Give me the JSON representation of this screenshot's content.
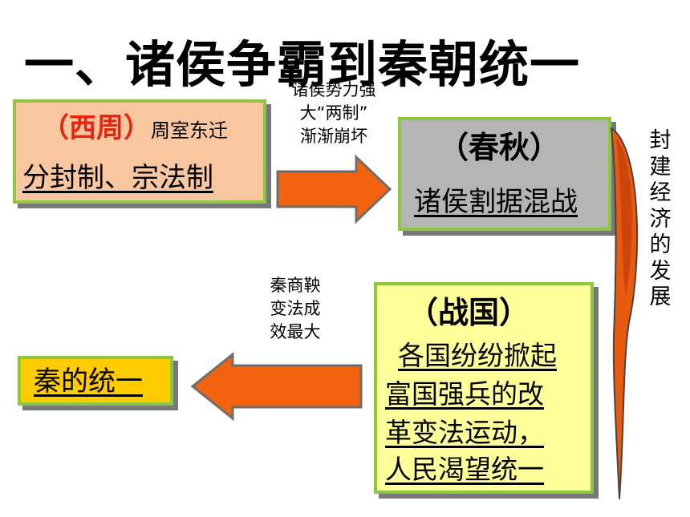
{
  "title": "一、诸侯争霸到秦朝统一",
  "xizhou": {
    "period": "（西周）",
    "note": "周室东迁",
    "system": "分封制、宗法制"
  },
  "chunqiu": {
    "period": "（春秋）",
    "desc": "诸侯割据混战"
  },
  "zhanguo": {
    "period": "（战国）",
    "lines": [
      "各国纷纷掀起",
      "富国强兵的改",
      "革变法运动，",
      "人民渴望统一"
    ]
  },
  "qin": {
    "label": "秦的统一"
  },
  "arrow_labels": {
    "upper": [
      "诸侯势力强",
      "大“两制”",
      "渐渐崩坏"
    ],
    "lower": [
      "秦商鞅",
      "变法成",
      "效最大"
    ]
  },
  "side_label": [
    "封",
    "建",
    "经",
    "济",
    "的",
    "发",
    "展"
  ],
  "colors": {
    "box_border": "#8ec63f",
    "arrow": "#f2620f",
    "period_text": "#e8220f"
  }
}
